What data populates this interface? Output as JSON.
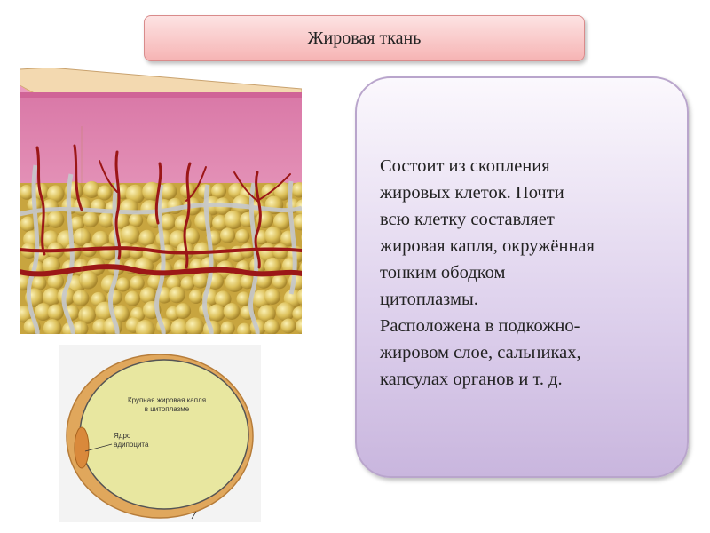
{
  "title": "Жировая ткань",
  "description": "Состоит из скопления\nжировых клеток. Почти\nвсю клетку составляет\nжировая капля, окружённая\nтонким ободком\nцитоплазмы.\nРасположена в подкожно-\nжировом слое, сальниках,\nкапсулах органов и т. д.",
  "cell_diagram": {
    "droplet_label_line1": "Крупная жировая капля",
    "droplet_label_line2": "в цитоплазме",
    "nucleus_label_line1": "Ядро",
    "nucleus_label_line2": "адипоцита"
  },
  "colors": {
    "skin_surface": "#f1d2a6",
    "dermis": "#f0a9c4",
    "fat_droplet": "#e8e78f",
    "cytoplasm_rim": "#e0a158",
    "vessel": "#a01a1a",
    "text_box": "#ddd0ec",
    "title_box": "#f6b4b4"
  }
}
